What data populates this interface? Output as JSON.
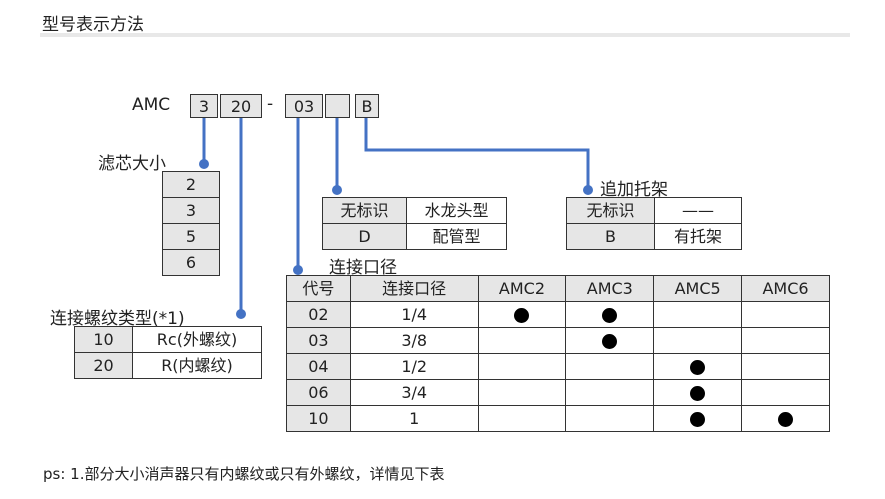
{
  "header": {
    "title": "型号表示方法"
  },
  "model_code": {
    "prefix": "AMC",
    "boxes": [
      "3",
      "20",
      "03",
      "",
      "B"
    ],
    "dash": "-"
  },
  "filter_size": {
    "label": "滤芯大小",
    "values": [
      "2",
      "3",
      "5",
      "6"
    ]
  },
  "thread_type": {
    "label": "连接螺纹类型(*1)",
    "rows": [
      [
        "10",
        "Rc(外螺纹)"
      ],
      [
        "20",
        "R(内螺纹)"
      ]
    ]
  },
  "end_type": {
    "rows": [
      [
        "无标识",
        "水龙头型"
      ],
      [
        "D",
        "配管型"
      ]
    ]
  },
  "bracket": {
    "label": "追加托架",
    "rows": [
      [
        "无标识",
        "——"
      ],
      [
        "B",
        "有托架"
      ]
    ]
  },
  "port_size": {
    "label": "连接口径",
    "headers": [
      "代号",
      "连接口径",
      "AMC2",
      "AMC3",
      "AMC5",
      "AMC6"
    ],
    "rows": [
      {
        "code": "02",
        "size": "1/4",
        "marks": [
          true,
          true,
          false,
          false
        ]
      },
      {
        "code": "03",
        "size": "3/8",
        "marks": [
          false,
          true,
          false,
          false
        ]
      },
      {
        "code": "04",
        "size": "1/2",
        "marks": [
          false,
          false,
          true,
          false
        ]
      },
      {
        "code": "06",
        "size": "3/4",
        "marks": [
          false,
          false,
          true,
          false
        ]
      },
      {
        "code": "10",
        "size": "1",
        "marks": [
          false,
          false,
          true,
          true
        ]
      }
    ]
  },
  "footnote": "ps: 1.部分大小消声器只有内螺纹或只有外螺纹，详情见下表",
  "colors": {
    "connector": "#4472c4",
    "cell_gray": "#e6e6e6",
    "border": "#333333"
  }
}
